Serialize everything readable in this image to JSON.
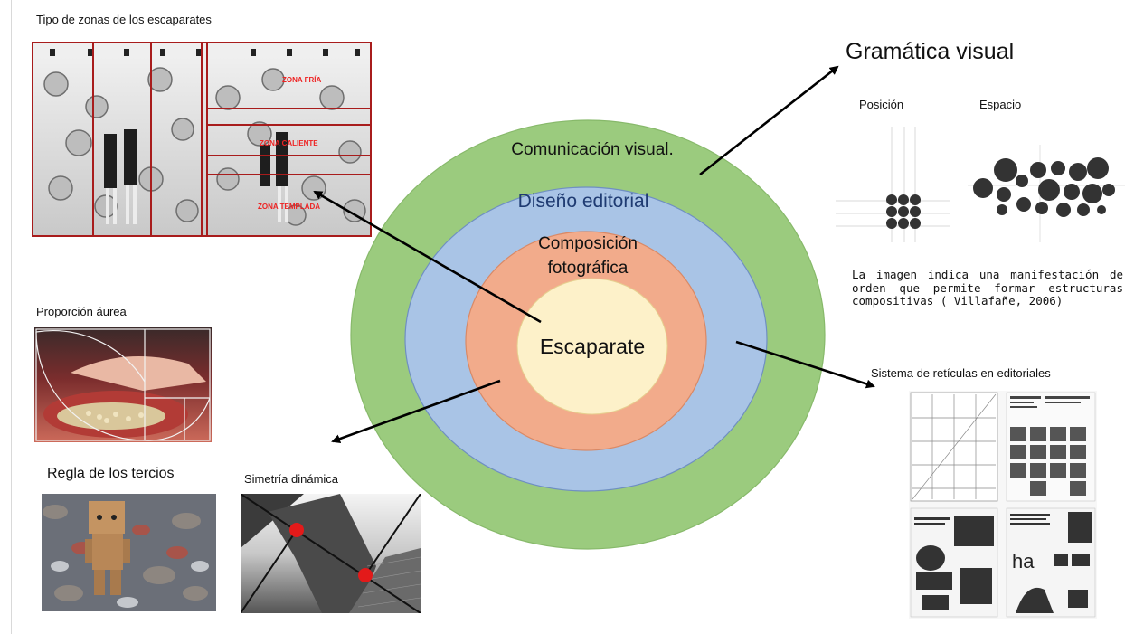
{
  "headings": {
    "escaparates": "Tipo de zonas de los escaparates",
    "proporcion": "Proporción áurea",
    "tercios": "Regla de los tercios",
    "simetria": "Simetría dinámica",
    "gramatica": "Gramática visual",
    "posicion": "Posición",
    "espacio": "Espacio",
    "reticulas": "Sistema de retículas en editoriales"
  },
  "circles": {
    "outer": "Comunicación visual.",
    "second": "Diseño editorial",
    "third_line1": "Composición",
    "third_line2": "fotográfica",
    "center": "Escaparate"
  },
  "paragraph": {
    "line1": "La imagen indica una manifestación de",
    "line2": "orden que permite formar estructuras",
    "line3": "compositivas ( Villafañe, 2006)"
  },
  "zone_tags": {
    "fria": "ZONA FRÍA",
    "caliente": "ZONA CALIENTE",
    "templada": "ZONA TEMPLADA"
  },
  "colors": {
    "outer": "#9bcb7e",
    "second": "#a9c4e6",
    "third": "#f2ab8b",
    "center": "#fdf1c9",
    "accent_red": "#e02020"
  }
}
